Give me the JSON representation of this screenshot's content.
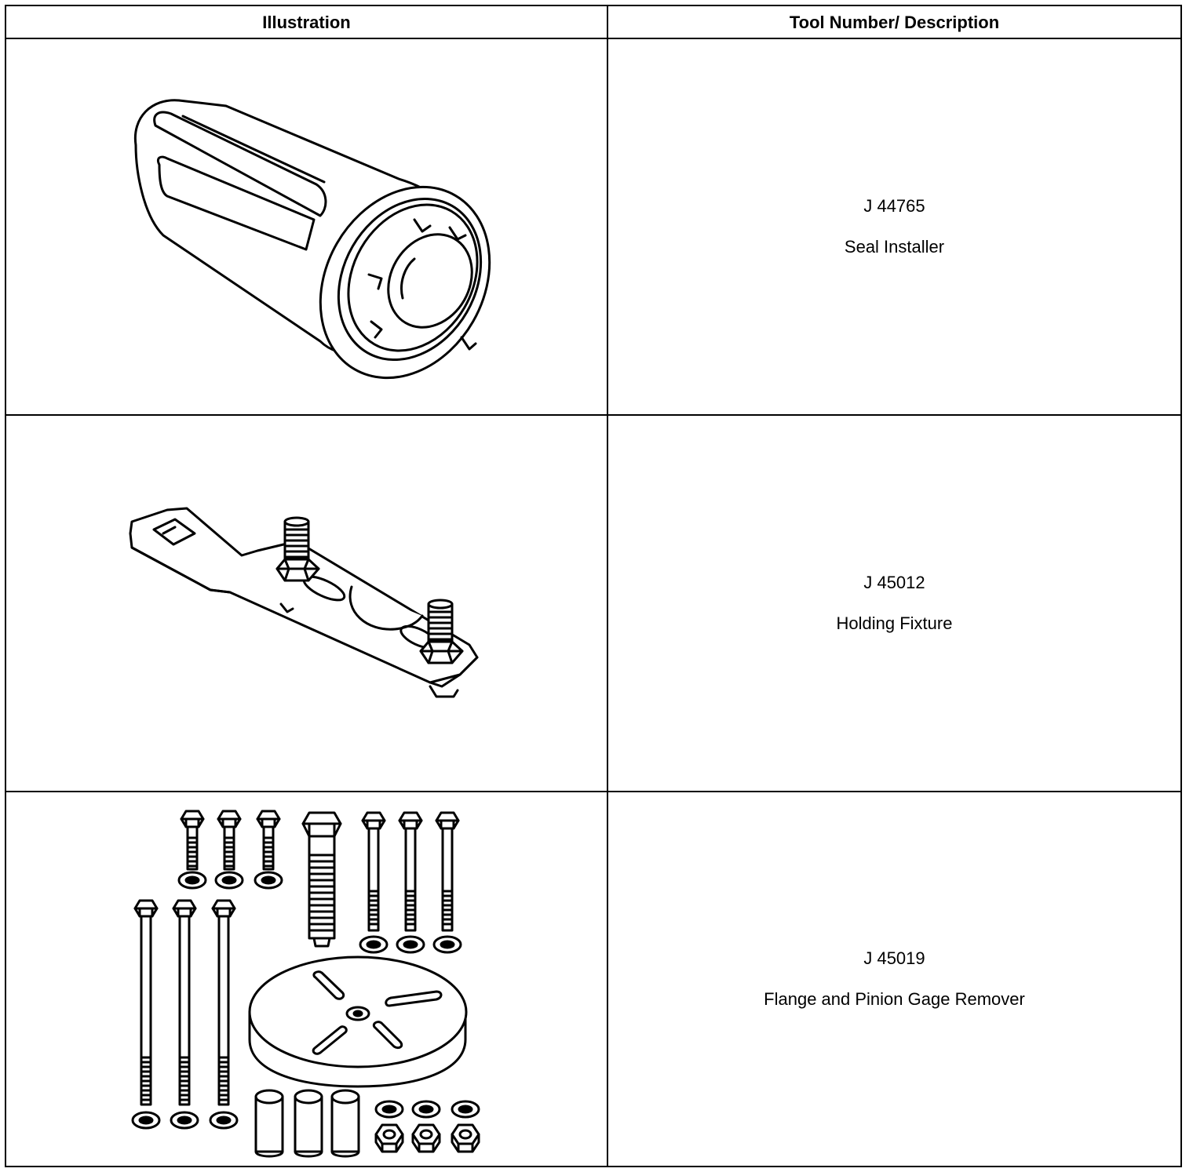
{
  "table": {
    "headers": {
      "illustration": "Illustration",
      "tool": "Tool Number/ Description"
    },
    "rows": [
      {
        "tool_number": "J 44765",
        "description": "Seal Installer",
        "illustration_icon": "seal-installer-illustration"
      },
      {
        "tool_number": "J 45012",
        "description": "Holding Fixture",
        "illustration_icon": "holding-fixture-illustration"
      },
      {
        "tool_number": "J 45019",
        "description": "Flange and Pinion Gage Remover",
        "illustration_icon": "flange-pinion-gage-remover-illustration"
      }
    ]
  }
}
